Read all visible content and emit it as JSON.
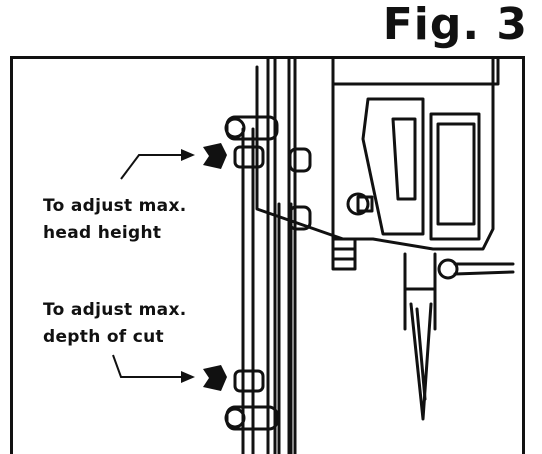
{
  "figure": {
    "title": "Fig. 3"
  },
  "annotations": [
    {
      "line1": "To adjust max.",
      "line2": "head height"
    },
    {
      "line1": "To adjust max.",
      "line2": "depth of cut"
    }
  ]
}
